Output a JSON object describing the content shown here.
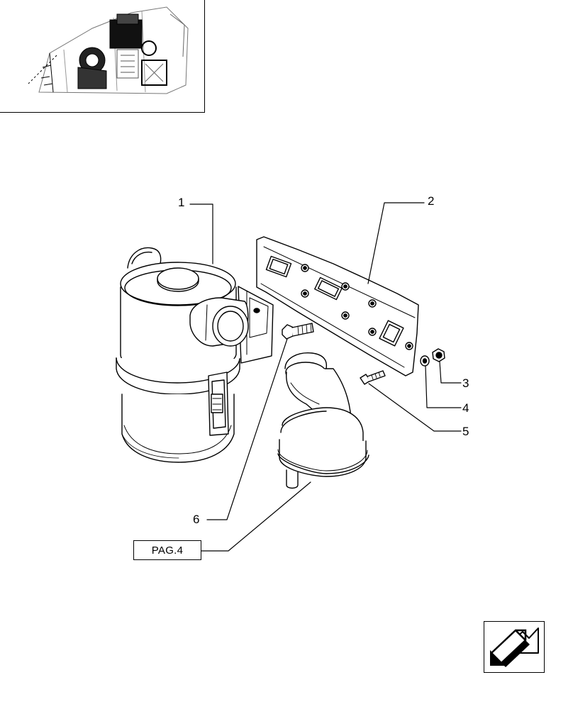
{
  "callouts": {
    "c1": "1",
    "c2": "2",
    "c3": "3",
    "c4": "4",
    "c5": "5",
    "c6": "6"
  },
  "reference": {
    "label": "PAG.4"
  },
  "icons": {
    "thumbnail": "engine-location-thumbnail",
    "nav": "previous-page-arrow-icon"
  }
}
